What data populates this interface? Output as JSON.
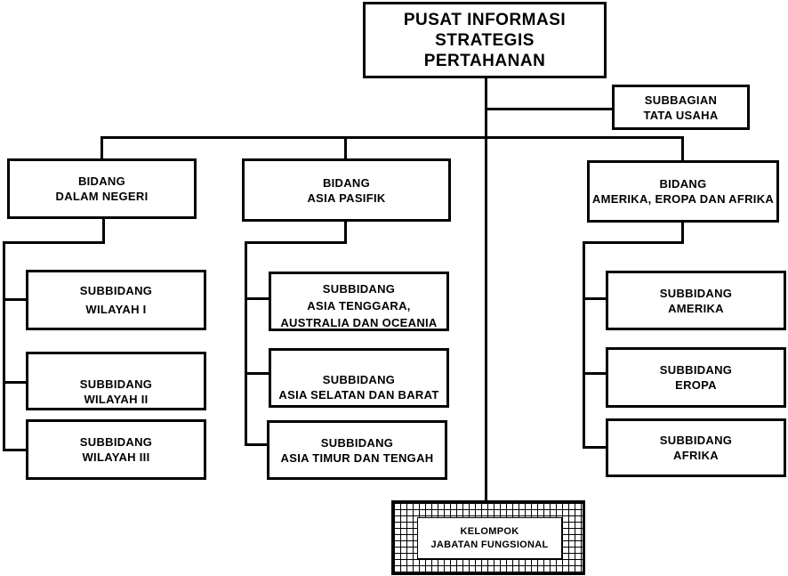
{
  "org": {
    "head": {
      "lines": [
        "PUSAT INFORMASI",
        "STRATEGIS",
        "PERTAHANAN"
      ]
    },
    "staff": {
      "lines": [
        "SUBBAGIAN",
        "TATA USAHA"
      ]
    },
    "division_domestic": {
      "lines": [
        "BIDANG",
        "DALAM NEGERI"
      ],
      "subs": [
        {
          "lines": [
            "SUBBIDANG",
            "WILAYAH I"
          ]
        },
        {
          "lines": [
            "SUBBIDANG",
            "WILAYAH II"
          ]
        },
        {
          "lines": [
            "SUBBIDANG",
            "WILAYAH III"
          ]
        }
      ]
    },
    "division_asia_pacific": {
      "lines": [
        "BIDANG",
        "ASIA PASIFIK"
      ],
      "subs": [
        {
          "lines": [
            "SUBBIDANG",
            "ASIA TENGGARA,",
            "AUSTRALIA DAN OCEANIA"
          ]
        },
        {
          "lines": [
            "SUBBIDANG",
            "ASIA SELATAN DAN BARAT"
          ]
        },
        {
          "lines": [
            "SUBBIDANG",
            "ASIA TIMUR DAN TENGAH"
          ]
        }
      ]
    },
    "division_americas": {
      "lines": [
        "BIDANG",
        "AMERIKA, EROPA DAN AFRIKA"
      ],
      "subs": [
        {
          "lines": [
            "SUBBIDANG",
            "AMERIKA"
          ]
        },
        {
          "lines": [
            "SUBBIDANG",
            "EROPA"
          ]
        },
        {
          "lines": [
            "SUBBIDANG",
            "AFRIKA"
          ]
        }
      ]
    },
    "functional_group": {
      "lines": [
        "KELOMPOK",
        "JABATAN FUNGSIONAL"
      ]
    }
  }
}
